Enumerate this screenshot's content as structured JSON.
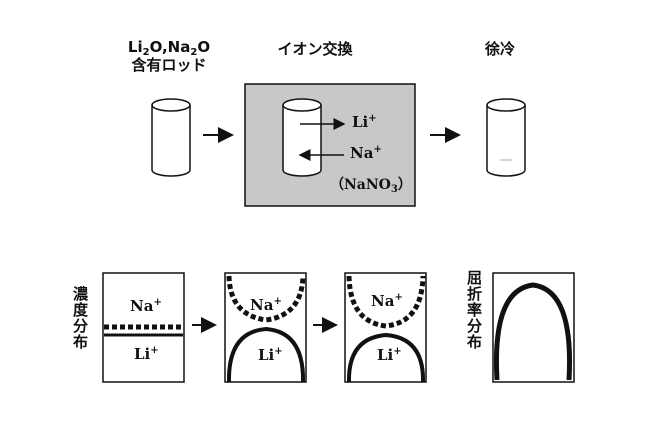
{
  "top": {
    "rod_label": {
      "line1_a": "Li",
      "line1_s1": "2",
      "line1_b": "O,Na",
      "line1_s2": "2",
      "line1_c": "O",
      "line2": "含有ロッド"
    },
    "exchange_label": "イオン交換",
    "cool_label": "徐冷",
    "ions": {
      "li": "Li",
      "li_sup": "+",
      "na": "Na",
      "na_sup": "+",
      "salt_a": "（NaNO",
      "salt_sub": "3",
      "salt_b": "）"
    }
  },
  "bottom": {
    "left_axis_label": "濃度分布",
    "right_axis_label": "屈折率分布",
    "panels": [
      {
        "na": "Na",
        "na_sup": "+",
        "li": "Li",
        "li_sup": "+"
      },
      {
        "na": "Na",
        "na_sup": "+",
        "li": "Li",
        "li_sup": "+"
      },
      {
        "na": "Na",
        "na_sup": "+",
        "li": "Li",
        "li_sup": "+"
      }
    ]
  },
  "colors": {
    "exchange_box_fill": "#c8c8c8",
    "ink": "#111111"
  }
}
